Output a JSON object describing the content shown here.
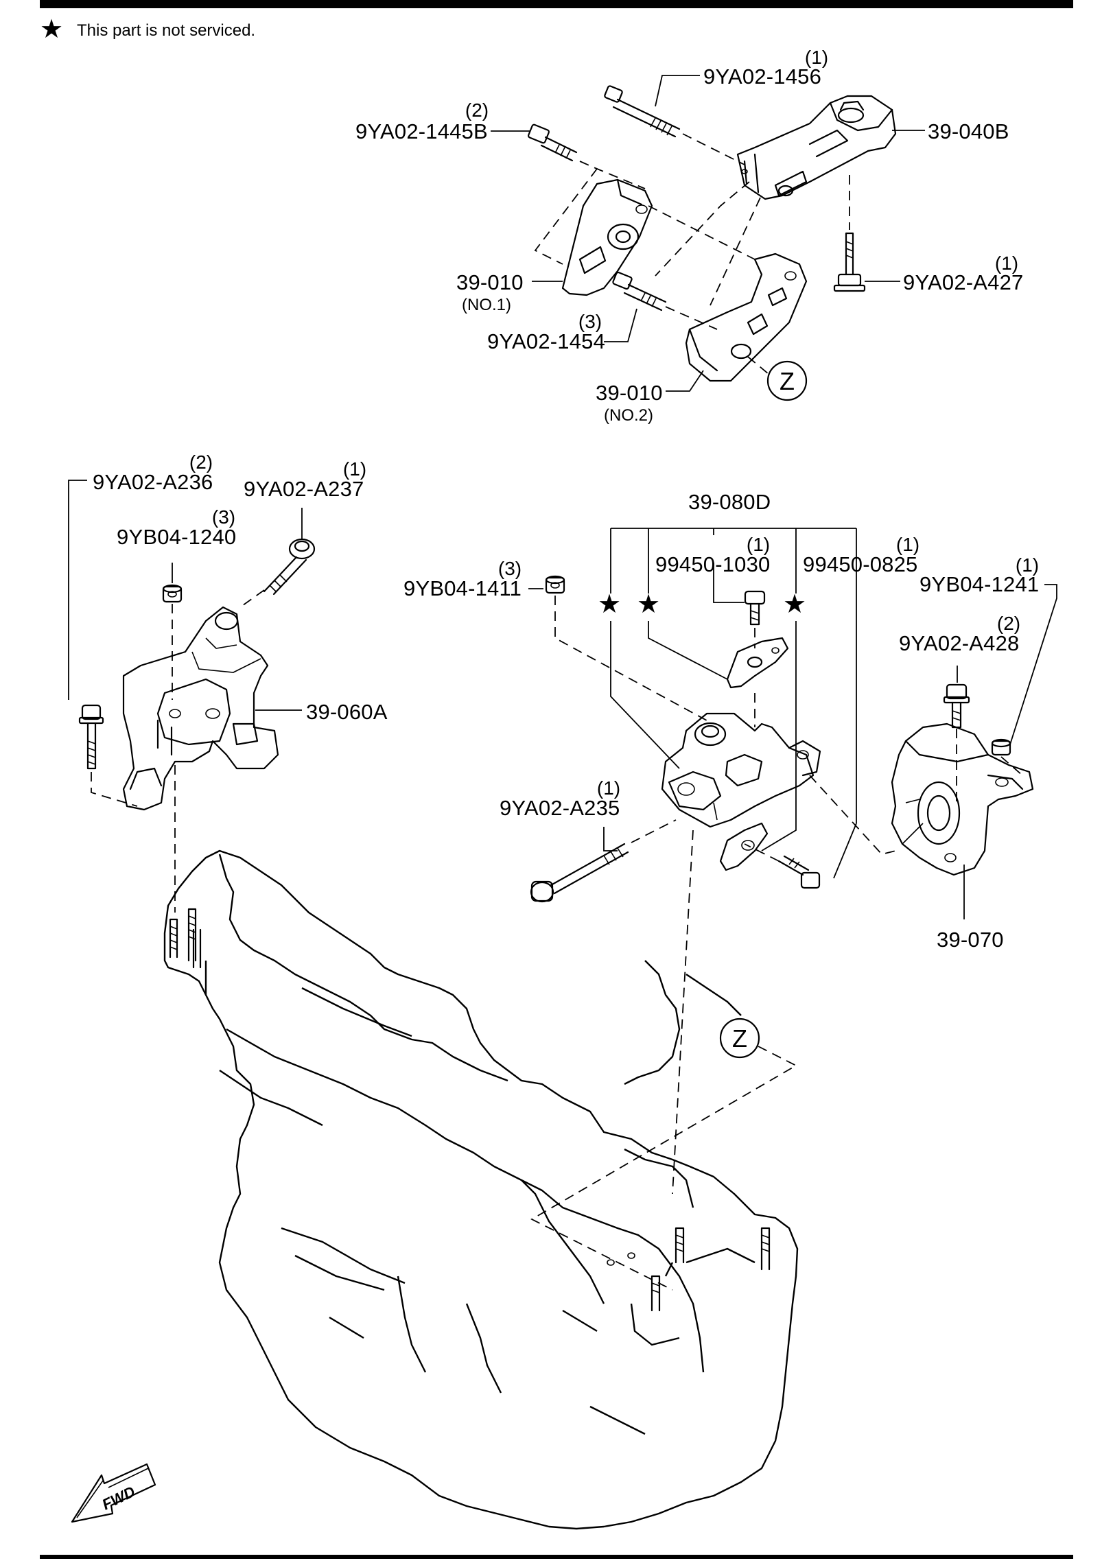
{
  "note": {
    "symbol": "★",
    "text": "This part is not serviced."
  },
  "labels": {
    "p_1456": {
      "pn": "9YA02-1456",
      "qty": "(1)"
    },
    "p_1445b": {
      "pn": "9YA02-1445B",
      "qty": "(2)"
    },
    "p_040b": {
      "pn": "39-040B"
    },
    "p_010_no1": {
      "pn": "39-010",
      "sub": "(NO.1)"
    },
    "p_a427": {
      "pn": "9YA02-A427",
      "qty": "(1)"
    },
    "p_1454": {
      "pn": "9YA02-1454",
      "qty": "(3)"
    },
    "p_010_no2": {
      "pn": "39-010",
      "sub": "(NO.2)"
    },
    "p_a236": {
      "pn": "9YA02-A236",
      "qty": "(2)"
    },
    "p_a237": {
      "pn": "9YA02-A237",
      "qty": "(1)"
    },
    "p_1240": {
      "pn": "9YB04-1240",
      "qty": "(3)"
    },
    "p_060a": {
      "pn": "39-060A"
    },
    "p_080d": {
      "pn": "39-080D"
    },
    "p_1030": {
      "pn": "99450-1030",
      "qty": "(1)"
    },
    "p_0825": {
      "pn": "99450-0825",
      "qty": "(1)"
    },
    "p_1411": {
      "pn": "9YB04-1411",
      "qty": "(3)"
    },
    "p_1241": {
      "pn": "9YB04-1241",
      "qty": "(1)"
    },
    "p_a428": {
      "pn": "9YA02-A428",
      "qty": "(2)"
    },
    "p_a235": {
      "pn": "9YA02-A235",
      "qty": "(1)"
    },
    "p_070": {
      "pn": "39-070"
    }
  },
  "zone_marker": "Z",
  "star_symbol": "★",
  "fwd_label": "FWD"
}
